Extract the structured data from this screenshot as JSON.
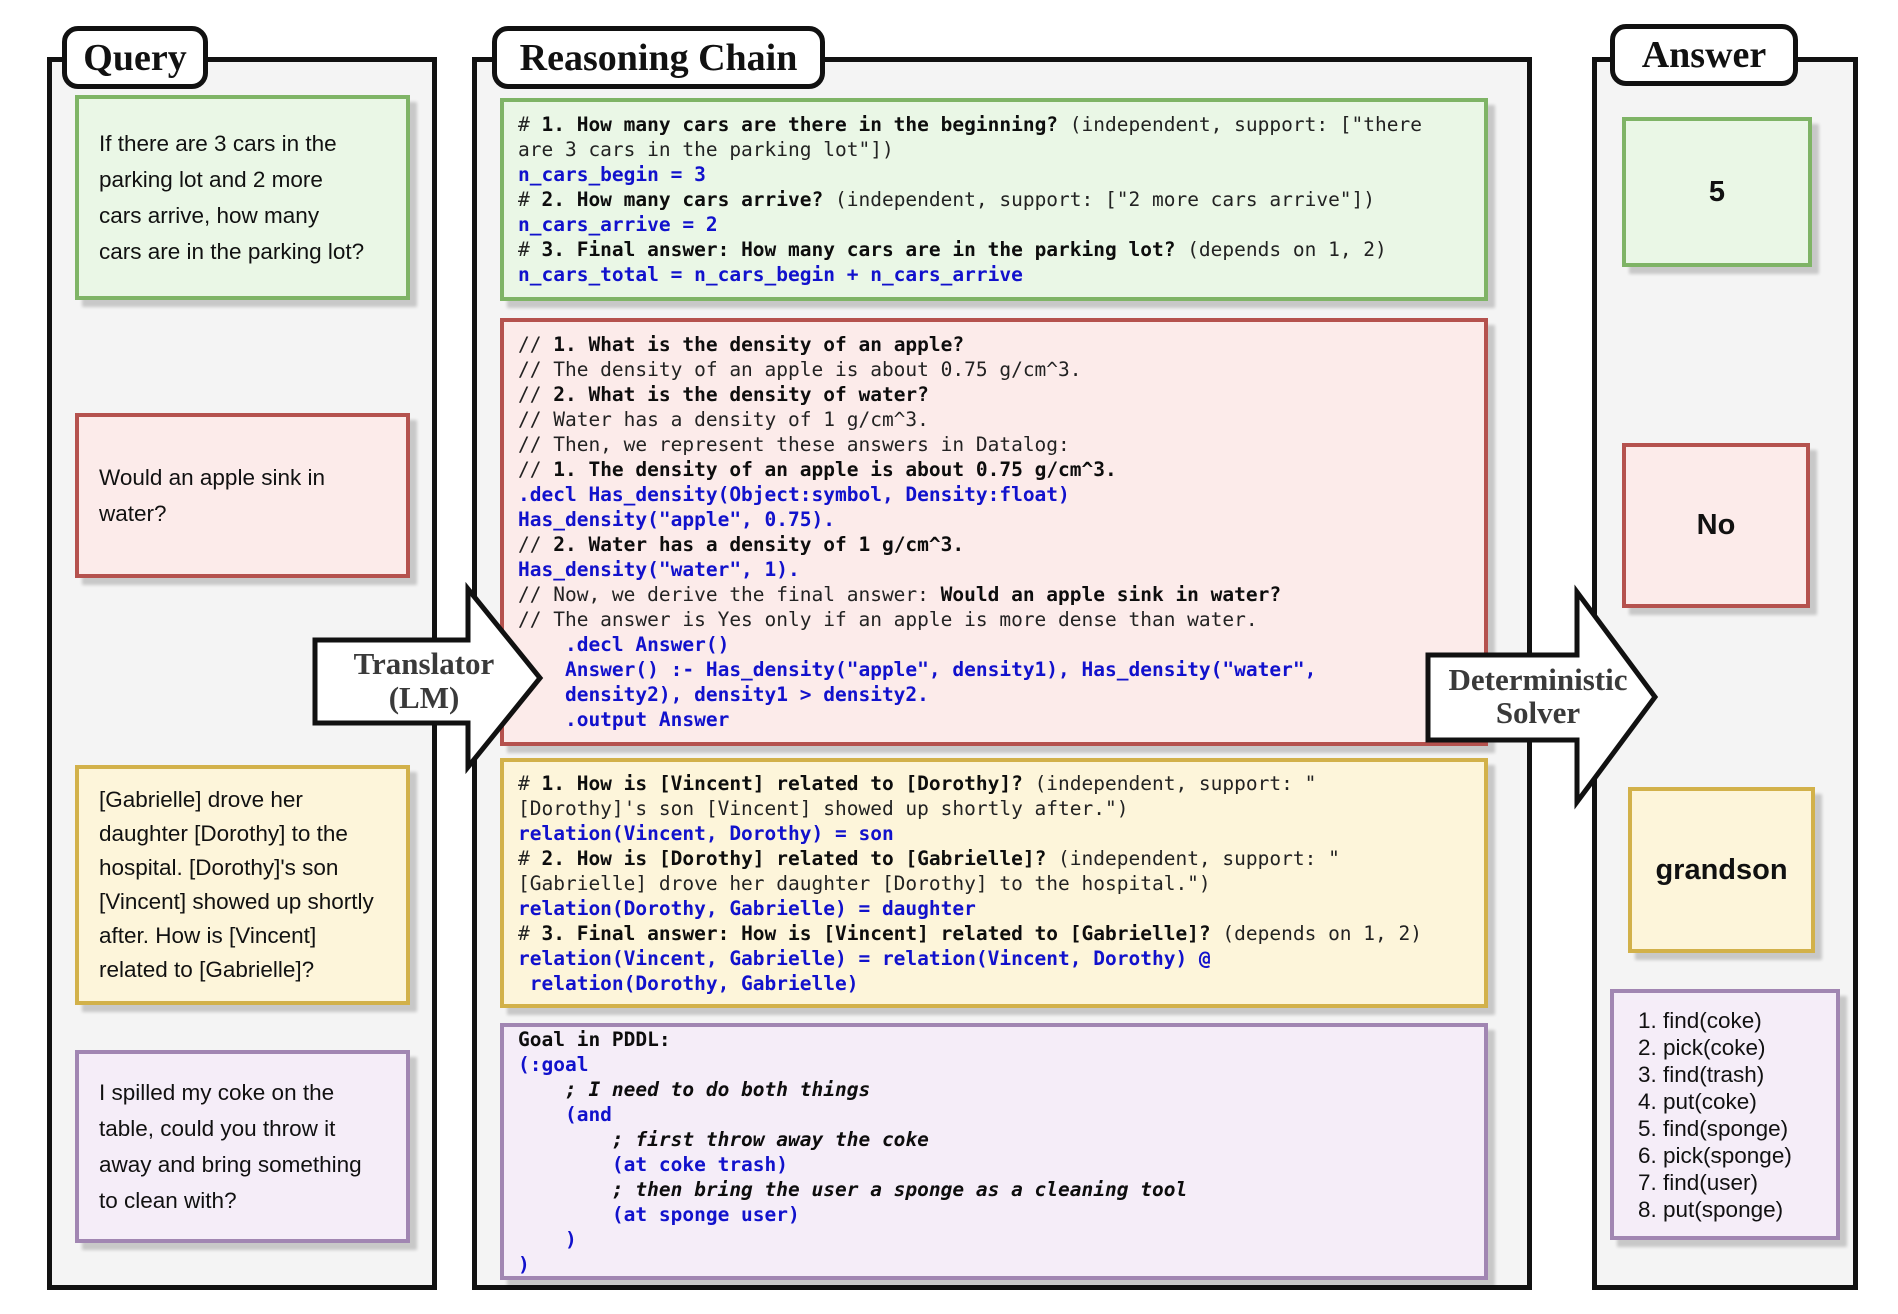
{
  "panels": {
    "query": {
      "title": "Query"
    },
    "reasoning": {
      "title": "Reasoning Chain"
    },
    "answer": {
      "title": "Answer"
    }
  },
  "arrows": {
    "translator": {
      "line1": "Translator",
      "line2": "(LM)"
    },
    "solver": {
      "line1": "Deterministic",
      "line2": "Solver"
    }
  },
  "colors": {
    "green_fill": "#eaf7e6",
    "green_border": "#7fb466",
    "red_fill": "#fcebea",
    "red_border": "#b5524e",
    "yellow_fill": "#fdf5da",
    "yellow_border": "#d2b14a",
    "purple_fill": "#f5edf8",
    "purple_border": "#a186b2",
    "blue_code": "#1111cc"
  },
  "query_cards": [
    {
      "id": "arithmetic",
      "text": "If there are 3 cars in the\nparking lot and 2 more\ncars arrive, how many\ncars are in the parking lot?"
    },
    {
      "id": "density",
      "text": "Would an apple sink in\nwater?"
    },
    {
      "id": "kinship",
      "text": "[Gabrielle] drove her\ndaughter [Dorothy] to the\nhospital. [Dorothy]'s son\n[Vincent] showed up shortly\nafter. How is [Vincent]\nrelated to [Gabrielle]?"
    },
    {
      "id": "robot",
      "text": "I spilled my coke on the\ntable, could you throw it\naway and bring something\nto clean with?"
    }
  ],
  "reasoning_cards": [
    {
      "id": "arithmetic",
      "lines": [
        [
          {
            "s": "n",
            "t": "# "
          },
          {
            "s": "b",
            "t": "1. How many cars are there in the beginning?"
          },
          {
            "s": "n",
            "t": " (independent, support: [\"there"
          }
        ],
        [
          {
            "s": "n",
            "t": "are 3 cars in the parking lot\"])"
          }
        ],
        [
          {
            "s": "c",
            "t": "n_cars_begin = 3"
          }
        ],
        [
          {
            "s": "n",
            "t": "# "
          },
          {
            "s": "b",
            "t": "2. How many cars arrive?"
          },
          {
            "s": "n",
            "t": " (independent, support: [\"2 more cars arrive\"])"
          }
        ],
        [
          {
            "s": "c",
            "t": "n_cars_arrive = 2"
          }
        ],
        [
          {
            "s": "n",
            "t": "# "
          },
          {
            "s": "b",
            "t": "3. Final answer: How many cars are in the parking lot?"
          },
          {
            "s": "n",
            "t": " (depends on 1, 2)"
          }
        ],
        [
          {
            "s": "c",
            "t": "n_cars_total = n_cars_begin + n_cars_arrive"
          }
        ]
      ]
    },
    {
      "id": "density",
      "lines": [
        [
          {
            "s": "n",
            "t": "// "
          },
          {
            "s": "b",
            "t": "1. What is the density of an apple?"
          }
        ],
        [
          {
            "s": "n",
            "t": "// The density of an apple is about 0.75 g/cm^3."
          }
        ],
        [
          {
            "s": "n",
            "t": "// "
          },
          {
            "s": "b",
            "t": "2. What is the density of water?"
          }
        ],
        [
          {
            "s": "n",
            "t": "// Water has a density of 1 g/cm^3."
          }
        ],
        [
          {
            "s": "n",
            "t": "// Then, we represent these answers in Datalog:"
          }
        ],
        [
          {
            "s": "n",
            "t": "// "
          },
          {
            "s": "b",
            "t": "1. The density of an apple is about 0.75 g/cm^3."
          }
        ],
        [
          {
            "s": "c",
            "t": ".decl Has_density(Object:symbol, Density:float)"
          }
        ],
        [
          {
            "s": "c",
            "t": "Has_density(\"apple\", 0.75)."
          }
        ],
        [
          {
            "s": "n",
            "t": "// "
          },
          {
            "s": "b",
            "t": "2. Water has a density of 1 g/cm^3."
          }
        ],
        [
          {
            "s": "c",
            "t": "Has_density(\"water\", 1)."
          }
        ],
        [
          {
            "s": "n",
            "t": "// Now, we derive the final answer: "
          },
          {
            "s": "b",
            "t": "Would an apple sink in water?"
          }
        ],
        [
          {
            "s": "n",
            "t": "// The answer is Yes only if an apple is more dense than water."
          }
        ],
        [
          {
            "s": "c",
            "t": "    .decl Answer()"
          }
        ],
        [
          {
            "s": "c",
            "t": "    Answer() :- Has_density(\"apple\", density1), Has_density(\"water\","
          }
        ],
        [
          {
            "s": "c",
            "t": "    density2), density1 > density2."
          }
        ],
        [
          {
            "s": "c",
            "t": "    .output Answer"
          }
        ]
      ]
    },
    {
      "id": "kinship",
      "lines": [
        [
          {
            "s": "n",
            "t": "# "
          },
          {
            "s": "b",
            "t": "1. How is [Vincent] related to [Dorothy]?"
          },
          {
            "s": "n",
            "t": " (independent, support: \""
          }
        ],
        [
          {
            "s": "n",
            "t": "[Dorothy]'s son [Vincent] showed up shortly after.\")"
          }
        ],
        [
          {
            "s": "c",
            "t": "relation(Vincent, Dorothy) = son"
          }
        ],
        [
          {
            "s": "n",
            "t": "# "
          },
          {
            "s": "b",
            "t": "2. How is [Dorothy] related to [Gabrielle]?"
          },
          {
            "s": "n",
            "t": " (independent, support: \""
          }
        ],
        [
          {
            "s": "n",
            "t": "[Gabrielle] drove her daughter [Dorothy] to the hospital.\")"
          }
        ],
        [
          {
            "s": "c",
            "t": "relation(Dorothy, Gabrielle) = daughter"
          }
        ],
        [
          {
            "s": "n",
            "t": "# "
          },
          {
            "s": "b",
            "t": "3. Final answer: How is [Vincent] related to [Gabrielle]?"
          },
          {
            "s": "n",
            "t": " (depends on 1, 2)"
          }
        ],
        [
          {
            "s": "c",
            "t": "relation(Vincent, Gabrielle) = relation(Vincent, Dorothy) @"
          }
        ],
        [
          {
            "s": "c",
            "t": " relation(Dorothy, Gabrielle)"
          }
        ]
      ]
    },
    {
      "id": "robot",
      "lines": [
        [
          {
            "s": "b",
            "t": "Goal in PDDL:"
          }
        ],
        [
          {
            "s": "c",
            "t": "(:goal"
          }
        ],
        [
          {
            "s": "i",
            "t": "    ; I need to do both things"
          }
        ],
        [
          {
            "s": "c",
            "t": "    (and"
          }
        ],
        [
          {
            "s": "i",
            "t": "        ; first throw away the coke"
          }
        ],
        [
          {
            "s": "c",
            "t": "        (at coke trash)"
          }
        ],
        [
          {
            "s": "i",
            "t": "        ; then bring the user a sponge as a cleaning tool"
          }
        ],
        [
          {
            "s": "c",
            "t": "        (at sponge user)"
          }
        ],
        [
          {
            "s": "c",
            "t": "    )"
          }
        ],
        [
          {
            "s": "c",
            "t": ")"
          }
        ]
      ]
    }
  ],
  "answer_cards": [
    {
      "id": "arithmetic",
      "text": "5"
    },
    {
      "id": "density",
      "text": "No"
    },
    {
      "id": "kinship",
      "text": "grandson"
    },
    {
      "id": "robot",
      "items": [
        "1. find(coke)",
        "2. pick(coke)",
        "3. find(trash)",
        "4. put(coke)",
        "5. find(sponge)",
        "6. pick(sponge)",
        "7. find(user)",
        "8. put(sponge)"
      ]
    }
  ]
}
